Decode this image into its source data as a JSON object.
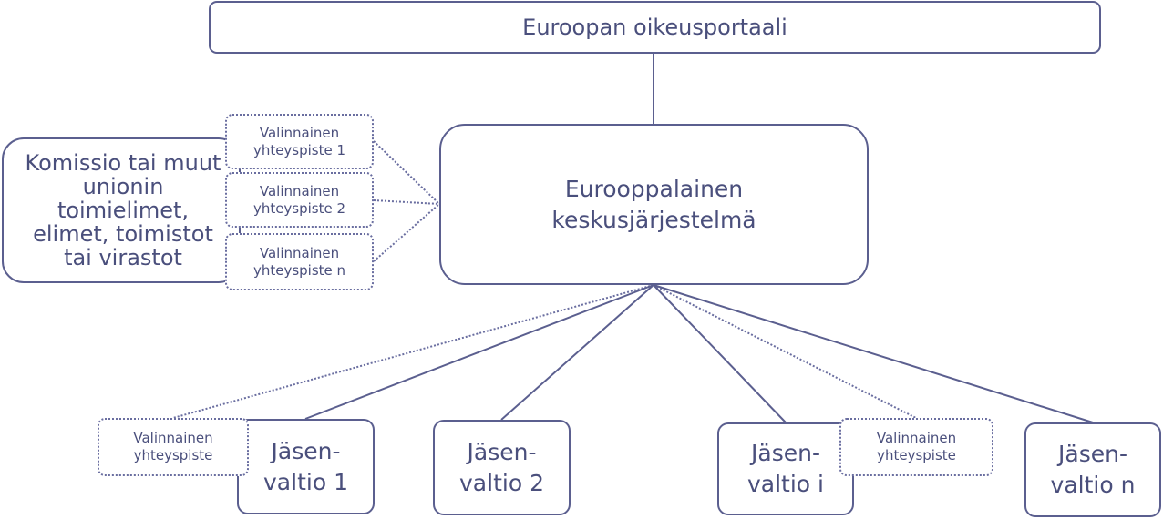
{
  "portal": {
    "label": "Euroopan oikeusportaali"
  },
  "central": {
    "line1": "Eurooppalainen",
    "line2": "keskusjärjestelmä"
  },
  "commission": {
    "line1": "Komissio tai muut",
    "line2": "unionin",
    "line3": "toimielimet,",
    "line4": "elimet, toimistot",
    "line5": "tai virastot"
  },
  "optional_access_points": [
    {
      "line1": "Valinnainen",
      "line2": "yhteyspiste 1"
    },
    {
      "line1": "Valinnainen",
      "line2": "yhteyspiste 2"
    },
    {
      "line1": "Valinnainen",
      "line2": "yhteyspiste n"
    }
  ],
  "member_states": [
    {
      "line1": "Jäsen-",
      "line2": "valtio 1"
    },
    {
      "line1": "Jäsen-",
      "line2": "valtio 2"
    },
    {
      "line1": "Jäsen-",
      "line2": "valtio i"
    },
    {
      "line1": "Jäsen-",
      "line2": "valtio n"
    }
  ],
  "member_access_points": [
    {
      "line1": "Valinnainen",
      "line2": "yhteyspiste"
    },
    {
      "line1": "Valinnainen",
      "line2": "yhteyspiste"
    }
  ],
  "colors": {
    "border": "#5b5f8f",
    "text": "#4a4f7c"
  }
}
